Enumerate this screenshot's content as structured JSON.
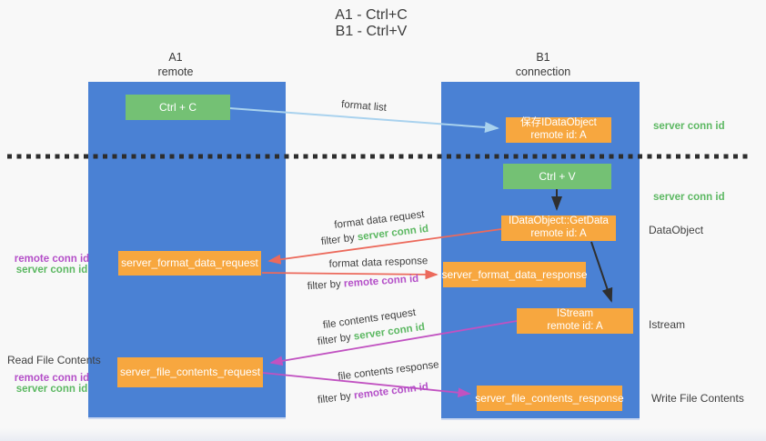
{
  "title": {
    "line1": "A1 - Ctrl+C",
    "line2": "B1 - Ctrl+V"
  },
  "columns": {
    "left": {
      "name": "A1",
      "role": "remote"
    },
    "right": {
      "name": "B1",
      "role": "connection"
    }
  },
  "nodes": {
    "ctrl_c": "Ctrl + C",
    "ctrl_v": "Ctrl + V",
    "save_dataobject": {
      "line1": "保存IDataObject",
      "line2": "remote id: A"
    },
    "getdata": {
      "line1": "IDataObject::GetData",
      "line2": "remote id: A"
    },
    "istream": {
      "line1": "IStream",
      "line2": "remote id: A"
    },
    "server_format_data_request": "server_format_data_request",
    "server_format_data_response": "server_format_data_response",
    "server_file_contents_request": "server_file_contents_request",
    "server_file_contents_response": "server_file_contents_response"
  },
  "edges": {
    "format_list": "format list",
    "format_data_request": "format data request",
    "format_data_response": "format data response",
    "file_contents_request": "file contents request",
    "file_contents_response": "file contents response",
    "filter_by": "filter by",
    "server_conn_id": "server conn id",
    "remote_conn_id": "remote conn id"
  },
  "side_labels": {
    "server_conn_id_top": "server conn id",
    "server_conn_id_mid": "server conn id",
    "dataobject": "DataObject",
    "istream": "Istream",
    "read_file_contents": "Read File Contents",
    "write_file_contents": "Write File Contents",
    "remote_conn_id": "remote conn id",
    "server_conn_id": "server conn id"
  },
  "colors": {
    "column_blue": "#4a81d4",
    "node_orange": "#f7a73f",
    "node_green": "#74c174",
    "green_text": "#5cb862",
    "purple_text": "#b44fc8",
    "red_arrow": "#ec6a5c",
    "magenta_arrow": "#c152c1",
    "light_blue_arrow": "#a9d2ee",
    "dashed_line": "#2d2d2d"
  }
}
